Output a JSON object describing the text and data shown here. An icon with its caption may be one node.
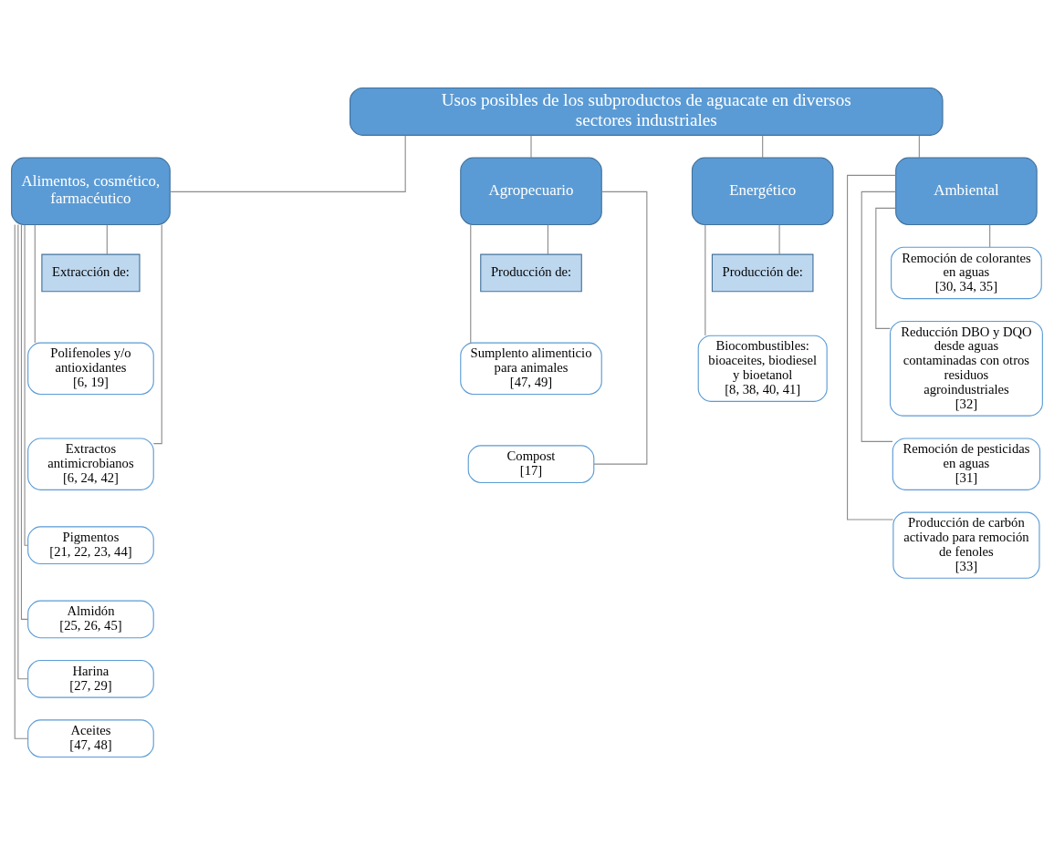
{
  "diagram": {
    "nodes": [
      {
        "text": [
          "Usos posibles de los subproductos de aguacate en diversos sectores industriales"
        ]
      },
      {
        "text": [
          "Alimentos, cosmético, farmacéutico"
        ]
      },
      {
        "text": [
          "Agropecuario"
        ]
      },
      {
        "text": [
          "Energético"
        ]
      },
      {
        "text": [
          "Ambiental"
        ]
      },
      {
        "text": [
          "Extracción de:"
        ]
      },
      {
        "text": [
          "Polifenoles y/o antioxidantes",
          "[6, 19]"
        ]
      },
      {
        "text": [
          "Extractos antimicrobianos",
          "[6, 24, 42]"
        ]
      },
      {
        "text": [
          "Pigmentos",
          "[21, 22, 23, 44]"
        ]
      },
      {
        "text": [
          "Almidón",
          "[25, 26, 45]"
        ]
      },
      {
        "text": [
          "Harina",
          "[27, 29]"
        ]
      },
      {
        "text": [
          "Aceites",
          "[47, 48]"
        ]
      },
      {
        "text": [
          "Producción de:"
        ]
      },
      {
        "text": [
          "Sumplento alimenticio para animales",
          "[47, 49]"
        ]
      },
      {
        "text": [
          "Compost",
          "[17]"
        ]
      },
      {
        "text": [
          "Producción de:"
        ]
      },
      {
        "text": [
          "Biocombustibles: bioaceites, biodiesel y bioetanol",
          "[8, 38, 40, 41]"
        ]
      },
      {
        "text": [
          "Remoción de colorantes en aguas",
          "[30, 34, 35]"
        ]
      },
      {
        "text": [
          "Reducción DBO y DQO desde aguas contaminadas con otros residuos agroindustriales",
          "[32]"
        ]
      },
      {
        "text": [
          "Remoción de pesticidas en aguas",
          "[31]"
        ]
      },
      {
        "text": [
          "Producción de carbón activado para remoción de fenoles",
          "[33]"
        ]
      }
    ],
    "edges": [
      {
        "from": 0,
        "to": 1,
        "arrow": "none"
      },
      {
        "from": 0,
        "to": 2,
        "arrow": "none"
      },
      {
        "from": 0,
        "to": 3,
        "arrow": "none"
      },
      {
        "from": 0,
        "to": 4,
        "arrow": "none"
      },
      {
        "from": 1,
        "to": 5,
        "arrow": "none"
      },
      {
        "from": 1,
        "to": 6,
        "arrow": "none"
      },
      {
        "from": 1,
        "to": 7,
        "arrow": "none"
      },
      {
        "from": 1,
        "to": 8,
        "arrow": "none"
      },
      {
        "from": 1,
        "to": 9,
        "arrow": "none"
      },
      {
        "from": 1,
        "to": 10,
        "arrow": "none"
      },
      {
        "from": 1,
        "to": 11,
        "arrow": "none"
      },
      {
        "from": 2,
        "to": 12,
        "arrow": "none"
      },
      {
        "from": 2,
        "to": 13,
        "arrow": "none"
      },
      {
        "from": 2,
        "to": 14,
        "arrow": "none"
      },
      {
        "from": 3,
        "to": 15,
        "arrow": "none"
      },
      {
        "from": 3,
        "to": 16,
        "arrow": "none"
      },
      {
        "from": 4,
        "to": 17,
        "arrow": "none"
      },
      {
        "from": 4,
        "to": 18,
        "arrow": "none"
      },
      {
        "from": 4,
        "to": 19,
        "arrow": "none"
      },
      {
        "from": 4,
        "to": 20,
        "arrow": "none"
      }
    ]
  }
}
